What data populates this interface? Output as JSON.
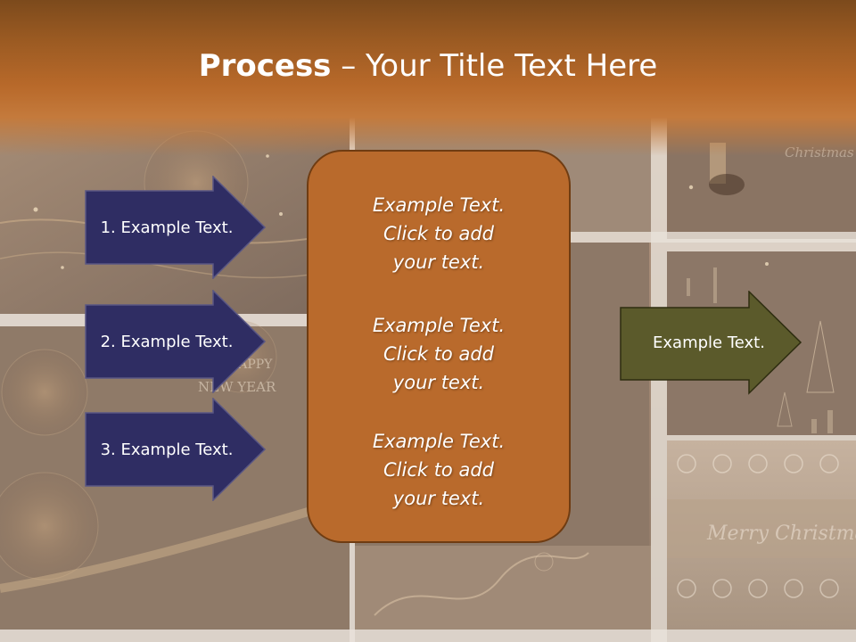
{
  "slide": {
    "title_bold": "Process",
    "title_rest": " – Your Title Text Here",
    "left_steps": [
      {
        "label": "1. Example Text."
      },
      {
        "label": "2. Example Text."
      },
      {
        "label": "3. Example Text."
      }
    ],
    "center_items": [
      {
        "text": "Example Text.\nClick  to add\nyour text."
      },
      {
        "text": "Example Text.\nClick  to add\nyour text."
      },
      {
        "text": "Example Text.\nClick  to add\nyour text."
      }
    ],
    "right_step": {
      "label": "Example Text."
    },
    "background_text": {
      "happy_new_year_1": "HAPPY",
      "happy_new_year_2": "NEW  YEAR",
      "merry_christmas": "Merry Christmas",
      "christmas_top": "Christmas"
    }
  },
  "colors": {
    "title_band": "#b8692a",
    "left_arrow_fill": "#2f2d63",
    "left_arrow_stroke": "#5a5784",
    "center_fill": "#b96a2c",
    "center_stroke": "#6f3c12",
    "right_arrow_fill": "#5b5a2b",
    "right_arrow_stroke": "#2e2d10"
  }
}
